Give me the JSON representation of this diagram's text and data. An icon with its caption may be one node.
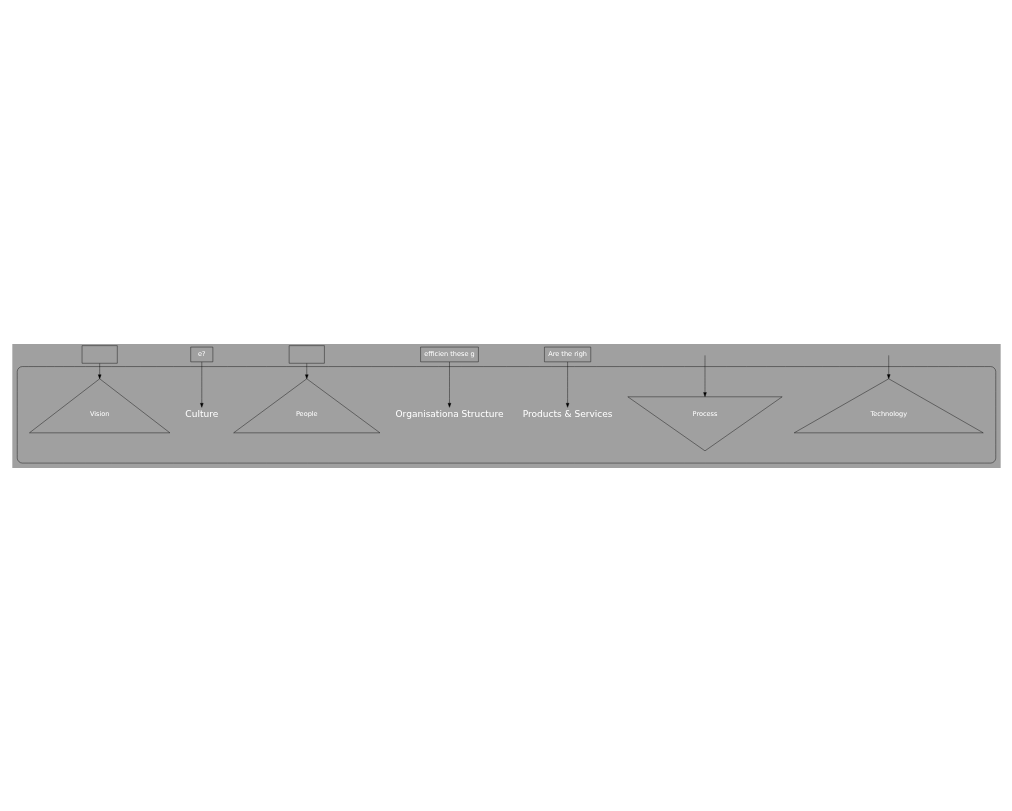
{
  "diagram": {
    "nodes": [
      {
        "text": [],
        "shape": "box"
      },
      {
        "text": [
          "e?"
        ]
      },
      {
        "text": [],
        "shape": "box"
      },
      {
        "text": [
          "efficien these g"
        ]
      },
      {
        "text": [
          "Are the righ"
        ]
      },
      {
        "text": [],
        "shape": "ellipse"
      },
      {
        "text": [
          "Vision"
        ],
        "in": 5
      },
      {
        "text": [
          "Process"
        ],
        "in": 5
      },
      {
        "text": [
          "People"
        ],
        "in": 5
      },
      {
        "text": [
          "Technology"
        ],
        "in": 5
      },
      {
        "text": [
          "Culture"
        ],
        "in": 5
      },
      {
        "text": [
          "Organisationa Structure"
        ],
        "in": 5
      },
      {
        "text": [
          "Products & Services"
        ],
        "in": 5
      }
    ],
    "edges": [
      {
        "from": 0,
        "to": 6,
        "arrow": "to"
      },
      {
        "from": 3,
        "to": 11,
        "arrow": "to"
      },
      {
        "from": 1,
        "to": 10,
        "arrow": "to"
      },
      {
        "from": 2,
        "to": 8,
        "arrow": "to"
      },
      {
        "from": null,
        "to": 7,
        "arrow": "to"
      },
      {
        "from": null,
        "to": 9,
        "arrow": "to"
      },
      {
        "from": 4,
        "to": 12,
        "arrow": "to"
      }
    ]
  }
}
